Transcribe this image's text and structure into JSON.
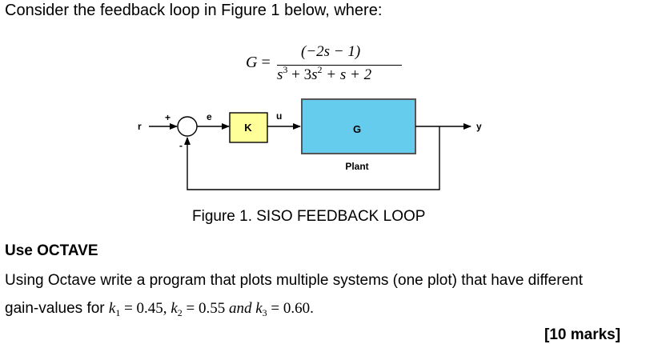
{
  "intro": "Consider the feedback loop in Figure 1 below, where:",
  "equation": {
    "lhs": "G",
    "equals": "=",
    "numerator": "(−2s − 1)",
    "den_s3_base": "s",
    "den_s3_exp": "3",
    "den_plus1": "+ 3",
    "den_s2_base": "s",
    "den_s2_exp": "2",
    "den_rest": "+ s + 2"
  },
  "diagram": {
    "input": "r",
    "plus": "+",
    "minus": "-",
    "error": "e",
    "controller": "K",
    "control": "u",
    "plant_block": "G",
    "plant_label": "Plant",
    "output": "y",
    "colors": {
      "controller_fill": "#ffff99",
      "plant_fill": "#66ccee",
      "plant_stroke": "#555555"
    }
  },
  "caption": "Figure 1. SISO FEEDBACK LOOP",
  "heading": "Use OCTAVE",
  "body": {
    "line1": "Using Octave write a program that plots multiple systems (one plot) that have different",
    "line2_prefix": "gain-values for ",
    "k1_var": "k",
    "k1_sub": "1",
    "k1_val": " = 0.45, ",
    "k2_var": "k",
    "k2_sub": "2",
    "k2_val": " = 0.55 ",
    "and_word": "and",
    "k3_var": " k",
    "k3_sub": "3",
    "k3_val": " = 0.60."
  },
  "cut_off_text": "[10 marks]"
}
